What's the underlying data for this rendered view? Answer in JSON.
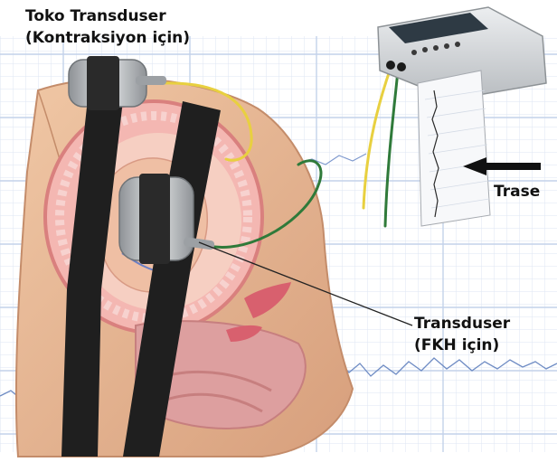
{
  "labels": {
    "toko_line1": "Toko Transduser",
    "toko_line2": "(Kontraksiyon için)",
    "trace": "Trase",
    "fhr_line1": "Transduser",
    "fhr_line2": "(FKH için)"
  },
  "colors": {
    "grid": "#c9d7ec",
    "trace_wave": "#6f8cc4",
    "skin": "#e2b08e",
    "uterus_wall": "#e89a98",
    "belt": "#1f1f1f",
    "transducer": "#b9bcbf",
    "cable_yellow": "#e8d040",
    "cable_green": "#2f7a3a",
    "monitor": "#d4d7da"
  },
  "icons": [
    "fetal-monitor-icon",
    "arrow-left-icon"
  ]
}
